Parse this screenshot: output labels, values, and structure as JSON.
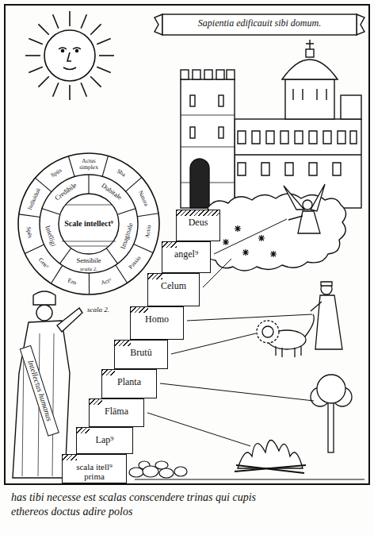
{
  "diagram": {
    "title": "Sapientia edificauit sibi domum.",
    "caption": "has tibi necesse est scalas conscendere trinas qui cupis ethereos doctus adire polos",
    "nodes": [
      {
        "text": [
          "Scale intellect⁹"
        ]
      },
      {
        "text": [
          "Deus"
        ]
      },
      {
        "text": [
          "angel⁹"
        ]
      },
      {
        "text": [
          "Celum"
        ]
      },
      {
        "text": [
          "Homo"
        ]
      },
      {
        "text": [
          "Brutū"
        ]
      },
      {
        "text": [
          "Planta"
        ]
      },
      {
        "text": [
          "Flāma"
        ]
      },
      {
        "text": [
          "Lap⁹"
        ]
      },
      {
        "text": [
          "scala itell⁹ prima"
        ]
      }
    ],
    "labels": [
      "Ens",
      "Act⁹",
      "Passio",
      "Actio",
      "Natura",
      "Sba",
      "Actus simplex",
      "Spūs",
      "Indiuiduū",
      "Spēs",
      "Gen⁹",
      "Sensibile",
      "Imaginale",
      "Dubitale",
      "Credibile",
      "Intelligi",
      "scala 2.",
      "scala 2.",
      "Intellectus humanus"
    ]
  }
}
